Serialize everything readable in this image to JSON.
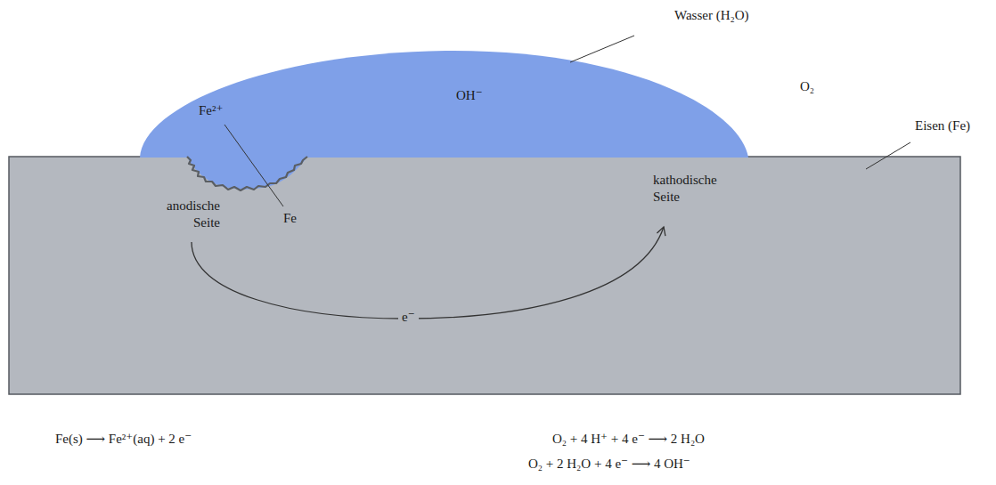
{
  "diagram": {
    "labels": [
      "Wasser (H₂O)",
      "OH⁻",
      "O₂",
      "Eisen (Fe)",
      "Fe²⁺",
      "Fe",
      "anodische Seite",
      "kathodische Seite",
      "e⁻",
      "Fe(s) ⟶ Fe²⁺(aq) + 2 e⁻",
      "O₂ + 4 H⁺ + 4 e⁻ ⟶ 2 H₂O",
      "O₂ + 2 H₂O + 4 e⁻ ⟶ 4 OH⁻"
    ]
  }
}
